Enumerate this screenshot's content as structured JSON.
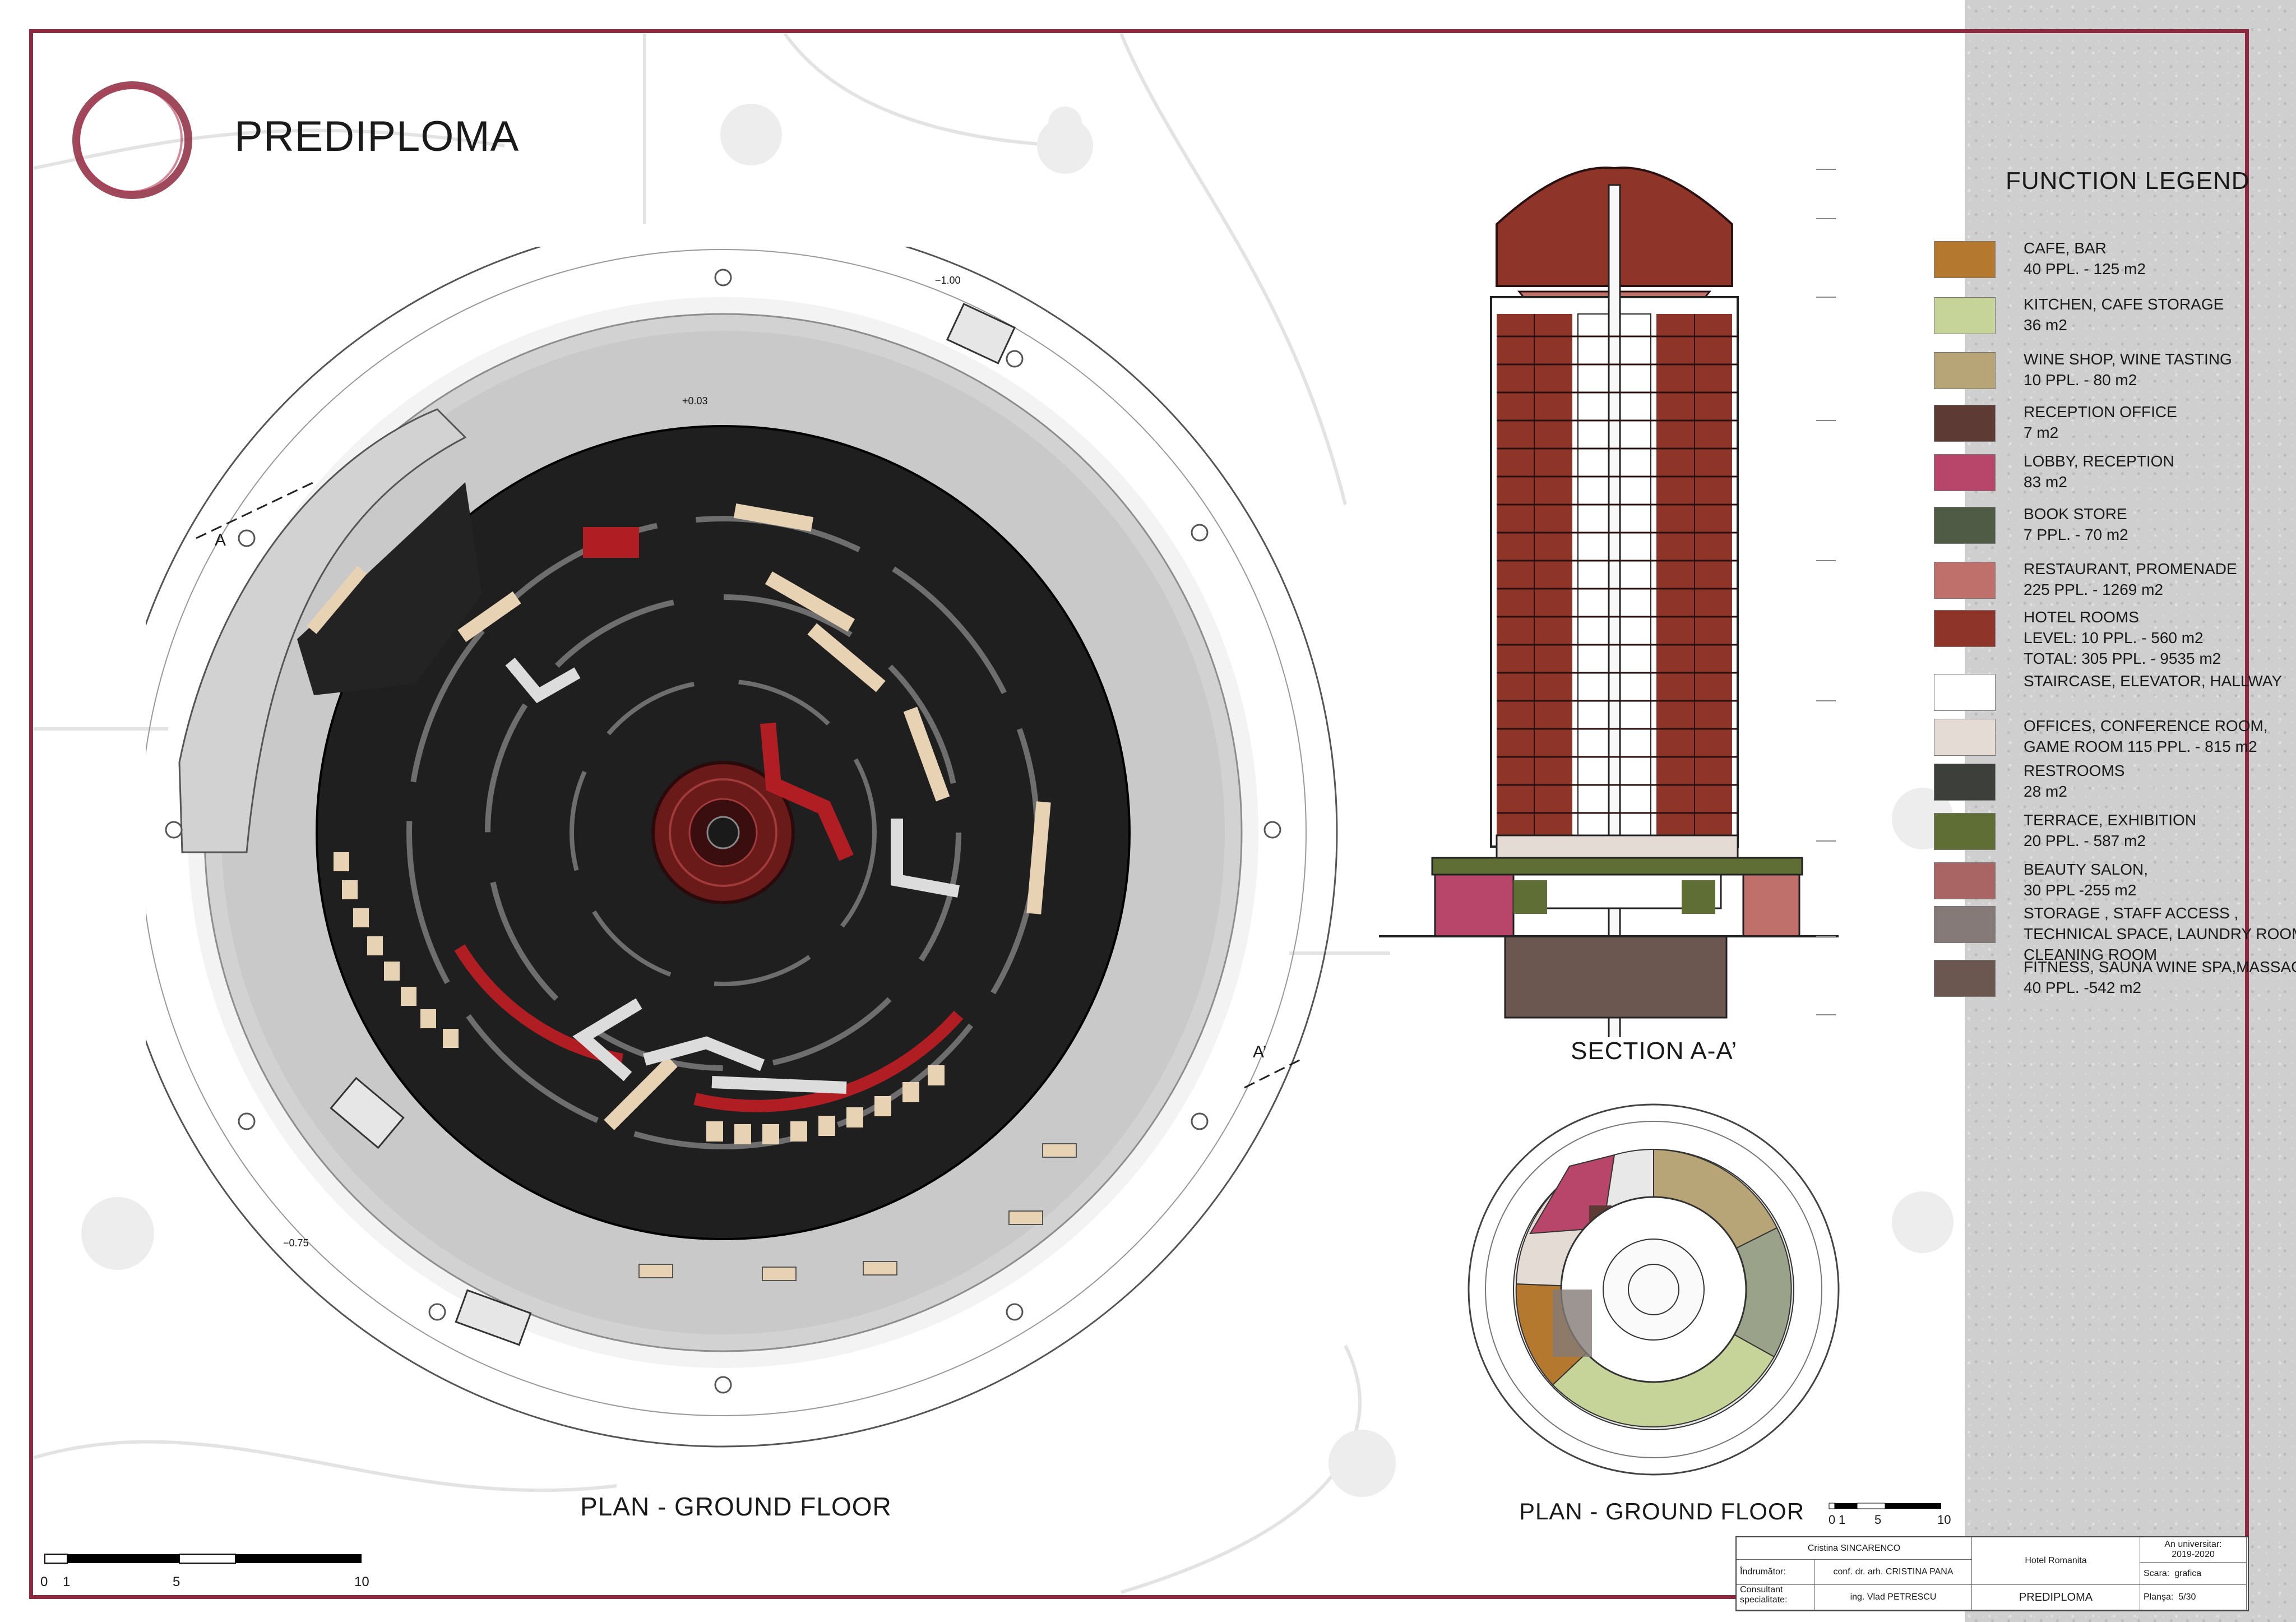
{
  "title": "PREDIPLOMA",
  "captions": {
    "main_plan": "PLAN - GROUND FLOOR",
    "section": "SECTION A-A’",
    "small_plan": "PLAN - GROUND FLOOR"
  },
  "plan_marks": {
    "section_a": "A",
    "section_a_prime": "A’",
    "level_top": "−1.00",
    "level_mid": "+0.03",
    "level_bottom": "−0.75"
  },
  "legend": {
    "title": "FUNCTION LEGEND",
    "items": [
      {
        "line1": "CAFE, BAR",
        "line2": "40 PPL. - 125 m2",
        "color": "#b4792f"
      },
      {
        "line1": "KITCHEN, CAFE STORAGE",
        "line2": "36 m2",
        "color": "#c6d49a"
      },
      {
        "line1": "WINE SHOP, WINE TASTING",
        "line2": "10 PPL. - 80 m2",
        "color": "#b8a577"
      },
      {
        "line1": "RECEPTION OFFICE",
        "line2": "7 m2",
        "color": "#5e3a34"
      },
      {
        "line1": "LOBBY, RECEPTION",
        "line2": "83 m2",
        "color": "#b8456a"
      },
      {
        "line1": "BOOK STORE",
        "line2": "7 PPL. - 70 m2",
        "color": "#505b45"
      },
      {
        "line1": "RESTAURANT, PROMENADE",
        "line2": "225 PPL. - 1269 m2",
        "color": "#c0706a"
      },
      {
        "line1": "HOTEL ROOMS",
        "line2": "LEVEL: 10 PPL. - 560 m2",
        "line3": "TOTAL: 305 PPL. -  9535 m2",
        "color": "#8e3428"
      },
      {
        "line1": "STAIRCASE, ELEVATOR, HALLWAY",
        "line2": "",
        "color": "#ffffff"
      },
      {
        "line1": "OFFICES, CONFERENCE ROOM,",
        "line2": "GAME ROOM 115 PPL. - 815 m2",
        "color": "#e4dcd4"
      },
      {
        "line1": "RESTROOMS",
        "line2": "28 m2",
        "color": "#3d3f3a"
      },
      {
        "line1": "TERRACE, EXHIBITION",
        "line2": "20 PPL. - 587 m2",
        "color": "#5f6e34"
      },
      {
        "line1": "BEAUTY SALON,",
        "line2": "30 PPL -255 m2",
        "color": "#a96563"
      },
      {
        "line1": "STORAGE , STAFF ACCESS ,",
        "line2": "TECHNICAL SPACE, LAUNDRY ROOM",
        "line3": "CLEANING ROOM",
        "color": "#857a77"
      },
      {
        "line1": "FITNESS, SAUNA WINE SPA,MASSAGE",
        "line2": "40 PPL. -542 m2",
        "color": "#6b5750"
      }
    ]
  },
  "scale_main": {
    "t0": "0",
    "t1": "1",
    "t5": "5",
    "t10": "10"
  },
  "scale_small": {
    "t0": "0",
    "t1": "1",
    "t5": "5",
    "t10": "10"
  },
  "title_block": {
    "author": "Cristina SINCARENCO",
    "project": "Hotel Romanita",
    "year_label": "An universitar:",
    "year": "2019-2020",
    "coord_label": "Îndrumător:",
    "coord_name": "conf. dr. arh. CRISTINA PANA",
    "scale_label": "Scara:",
    "scale_value": "grafica",
    "consult_label1": "Consultant",
    "consult_label2": "specialitate:",
    "consult_name": "ing. Vlad PETRESCU",
    "work": "PREDIPLOMA",
    "sheet_label": "Planşa:",
    "sheet_value": "5/30"
  },
  "colors": {
    "frame": "#8e2a3f",
    "floor_dark": "#1f1f1f",
    "paving": "#c9c9c9",
    "hotel_rooms": "#8e3428",
    "restaurant": "#c0706a",
    "light_furniture": "#e8d2b4",
    "red_furniture": "#b01e24"
  }
}
